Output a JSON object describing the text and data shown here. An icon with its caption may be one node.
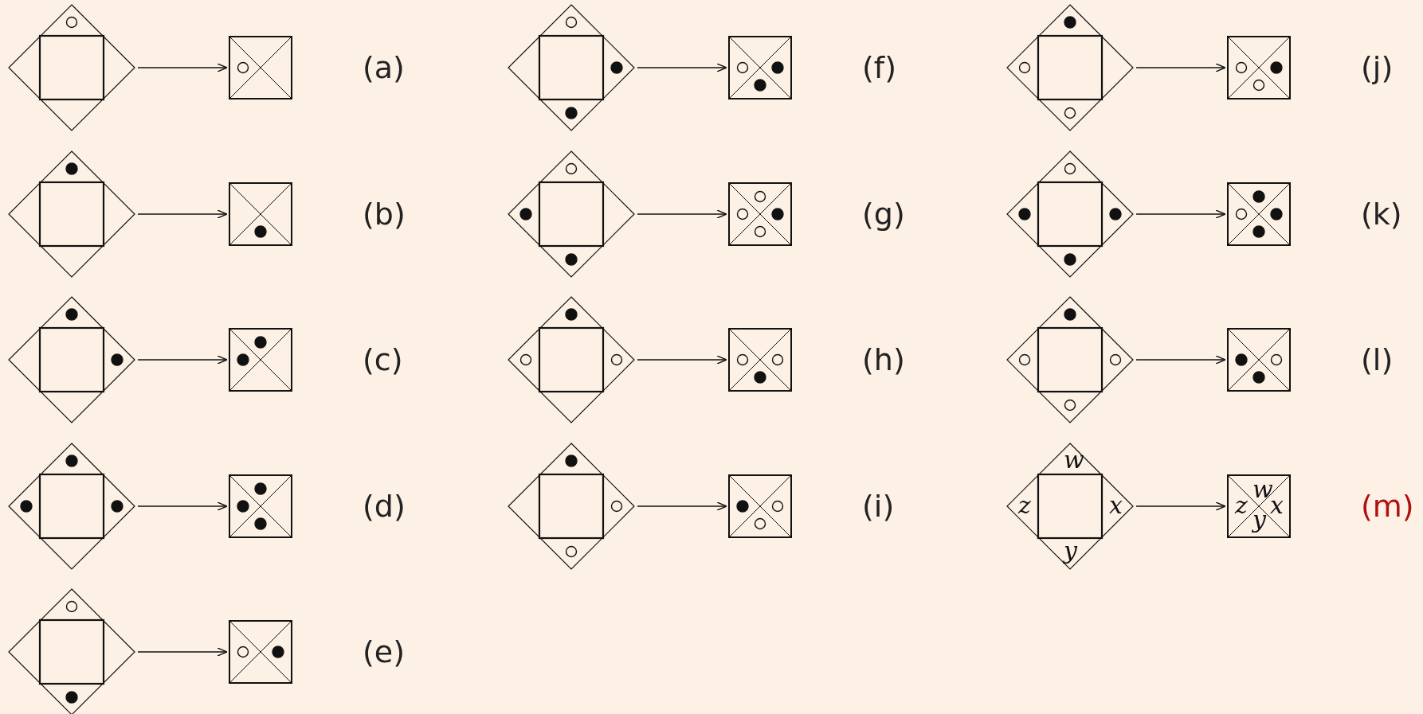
{
  "diagram": {
    "nodes": [
      {
        "text": [],
        "shape": "picture"
      },
      {
        "text": [],
        "shape": "picture"
      },
      {
        "text": [],
        "shape": "picture"
      },
      {
        "text": [],
        "shape": "picture"
      },
      {
        "text": [],
        "shape": "picture"
      },
      {
        "text": [],
        "shape": "picture"
      },
      {
        "text": [],
        "shape": "picture"
      },
      {
        "text": [],
        "shape": "picture"
      },
      {
        "text": [],
        "shape": "picture"
      },
      {
        "text": [],
        "shape": "picture"
      },
      {
        "text": [],
        "shape": "picture"
      },
      {
        "text": [],
        "shape": "picture"
      },
      {
        "text": [],
        "shape": "picture"
      },
      {
        "text": [],
        "shape": "picture"
      },
      {
        "text": [],
        "shape": "picture"
      },
      {
        "text": [],
        "shape": "picture"
      },
      {
        "text": [],
        "shape": "picture"
      },
      {
        "text": [],
        "shape": "picture"
      },
      {
        "text": [],
        "shape": "picture"
      },
      {
        "text": [],
        "shape": "picture"
      },
      {
        "text": [],
        "shape": "picture"
      },
      {
        "text": [],
        "shape": "picture"
      },
      {
        "text": [],
        "shape": "picture"
      },
      {
        "text": [],
        "shape": "picture"
      },
      {
        "text": [
          "w",
          "z",
          "x",
          "y"
        ]
      },
      {
        "text": [
          "w",
          "z",
          "x",
          "y"
        ]
      }
    ],
    "edges": [
      {
        "from": 0,
        "to": 1,
        "arrow": "to"
      },
      {
        "from": 2,
        "to": 3,
        "arrow": "to"
      },
      {
        "from": 4,
        "to": 5,
        "arrow": "to"
      },
      {
        "from": 6,
        "to": 7,
        "arrow": "to"
      },
      {
        "from": 8,
        "to": 9,
        "arrow": "to"
      },
      {
        "from": 10,
        "to": 11,
        "arrow": "to"
      },
      {
        "from": 12,
        "to": 13,
        "arrow": "to"
      },
      {
        "from": 14,
        "to": 15,
        "arrow": "to"
      },
      {
        "from": 16,
        "to": 17,
        "arrow": "to"
      },
      {
        "from": 18,
        "to": 19,
        "arrow": "to"
      },
      {
        "from": 20,
        "to": 21,
        "arrow": "to"
      },
      {
        "from": 22,
        "to": 23,
        "arrow": "to"
      },
      {
        "from": 24,
        "to": 25,
        "arrow": "to"
      }
    ],
    "labels": [
      "(a)",
      "(b)",
      "(c)",
      "(d)",
      "(e)",
      "(f)",
      "(g)",
      "(h)",
      "(i)",
      "(j)",
      "(k)",
      "(l)",
      "(m)"
    ]
  }
}
